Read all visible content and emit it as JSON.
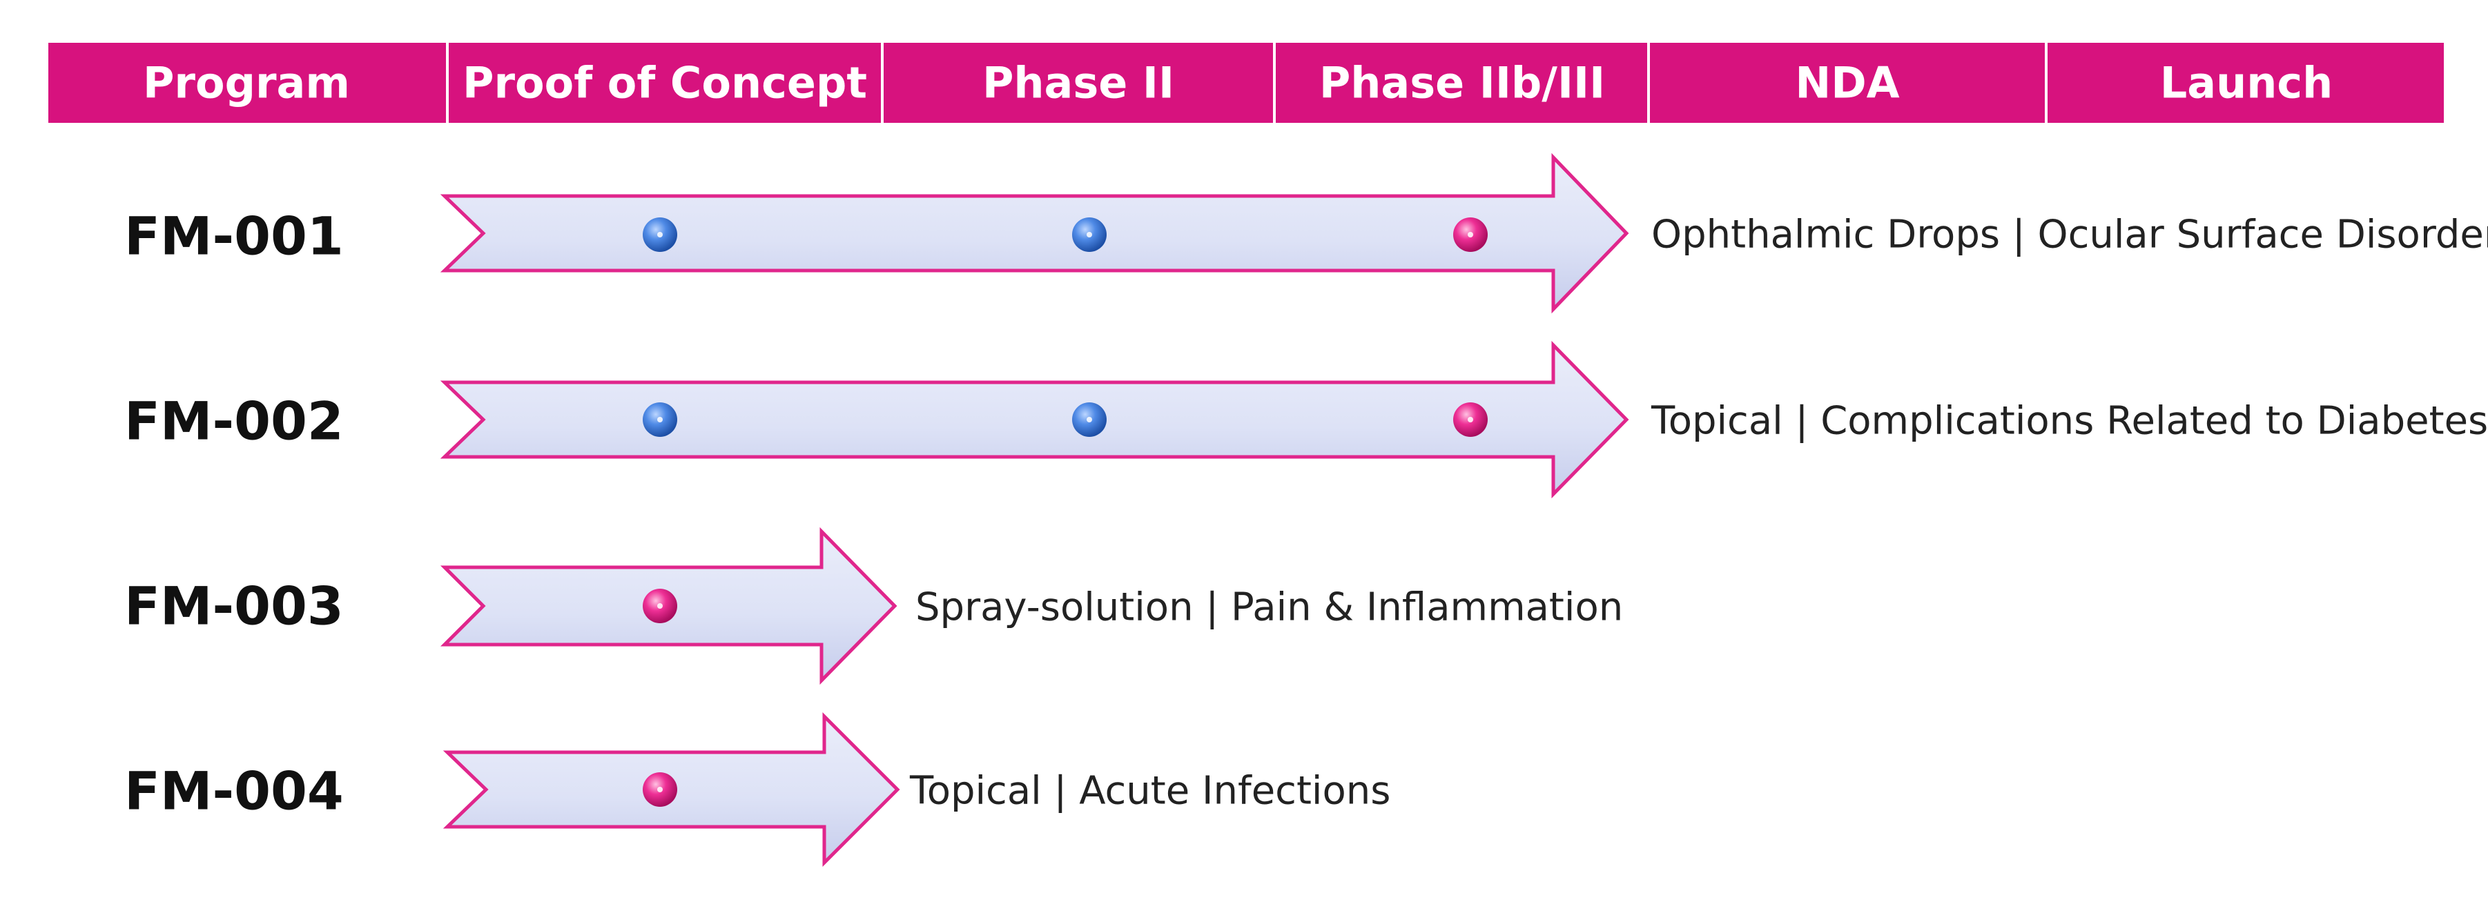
{
  "colors": {
    "header_bg": "#d7127e",
    "header_divider": "#ffffff",
    "arrow_fill_light": "#eaedfa",
    "arrow_fill_dark": "#c6cdec",
    "arrow_stroke": "#e0268c",
    "dot_blue": "#2f6fcf",
    "dot_pink": "#e0127f"
  },
  "header": {
    "columns": [
      {
        "label": "Program"
      },
      {
        "label": "Proof of Concept"
      },
      {
        "label": "Phase II"
      },
      {
        "label": "Phase IIb/III"
      },
      {
        "label": "NDA"
      },
      {
        "label": "Launch"
      }
    ]
  },
  "programs": [
    {
      "name": "FM-001",
      "description": "Ophthalmic Drops | Ocular Surface Disorder",
      "reaches_stage": "Phase IIb/III",
      "milestones": [
        {
          "stage": "Proof of Concept",
          "color": "blue"
        },
        {
          "stage": "Phase II",
          "color": "blue"
        },
        {
          "stage": "Phase IIb/III",
          "color": "pink"
        }
      ]
    },
    {
      "name": "FM-002",
      "description": "Topical | Complications Related to Diabetes",
      "reaches_stage": "Phase IIb/III",
      "milestones": [
        {
          "stage": "Proof of Concept",
          "color": "blue"
        },
        {
          "stage": "Phase II",
          "color": "blue"
        },
        {
          "stage": "Phase IIb/III",
          "color": "pink"
        }
      ]
    },
    {
      "name": "FM-003",
      "description": "Spray-solution | Pain & Inflammation",
      "reaches_stage": "Proof of Concept",
      "milestones": [
        {
          "stage": "Proof of Concept",
          "color": "pink"
        }
      ]
    },
    {
      "name": "FM-004",
      "description": "Topical | Acute Infections",
      "reaches_stage": "Proof of Concept",
      "milestones": [
        {
          "stage": "Proof of Concept",
          "color": "pink"
        }
      ]
    }
  ]
}
